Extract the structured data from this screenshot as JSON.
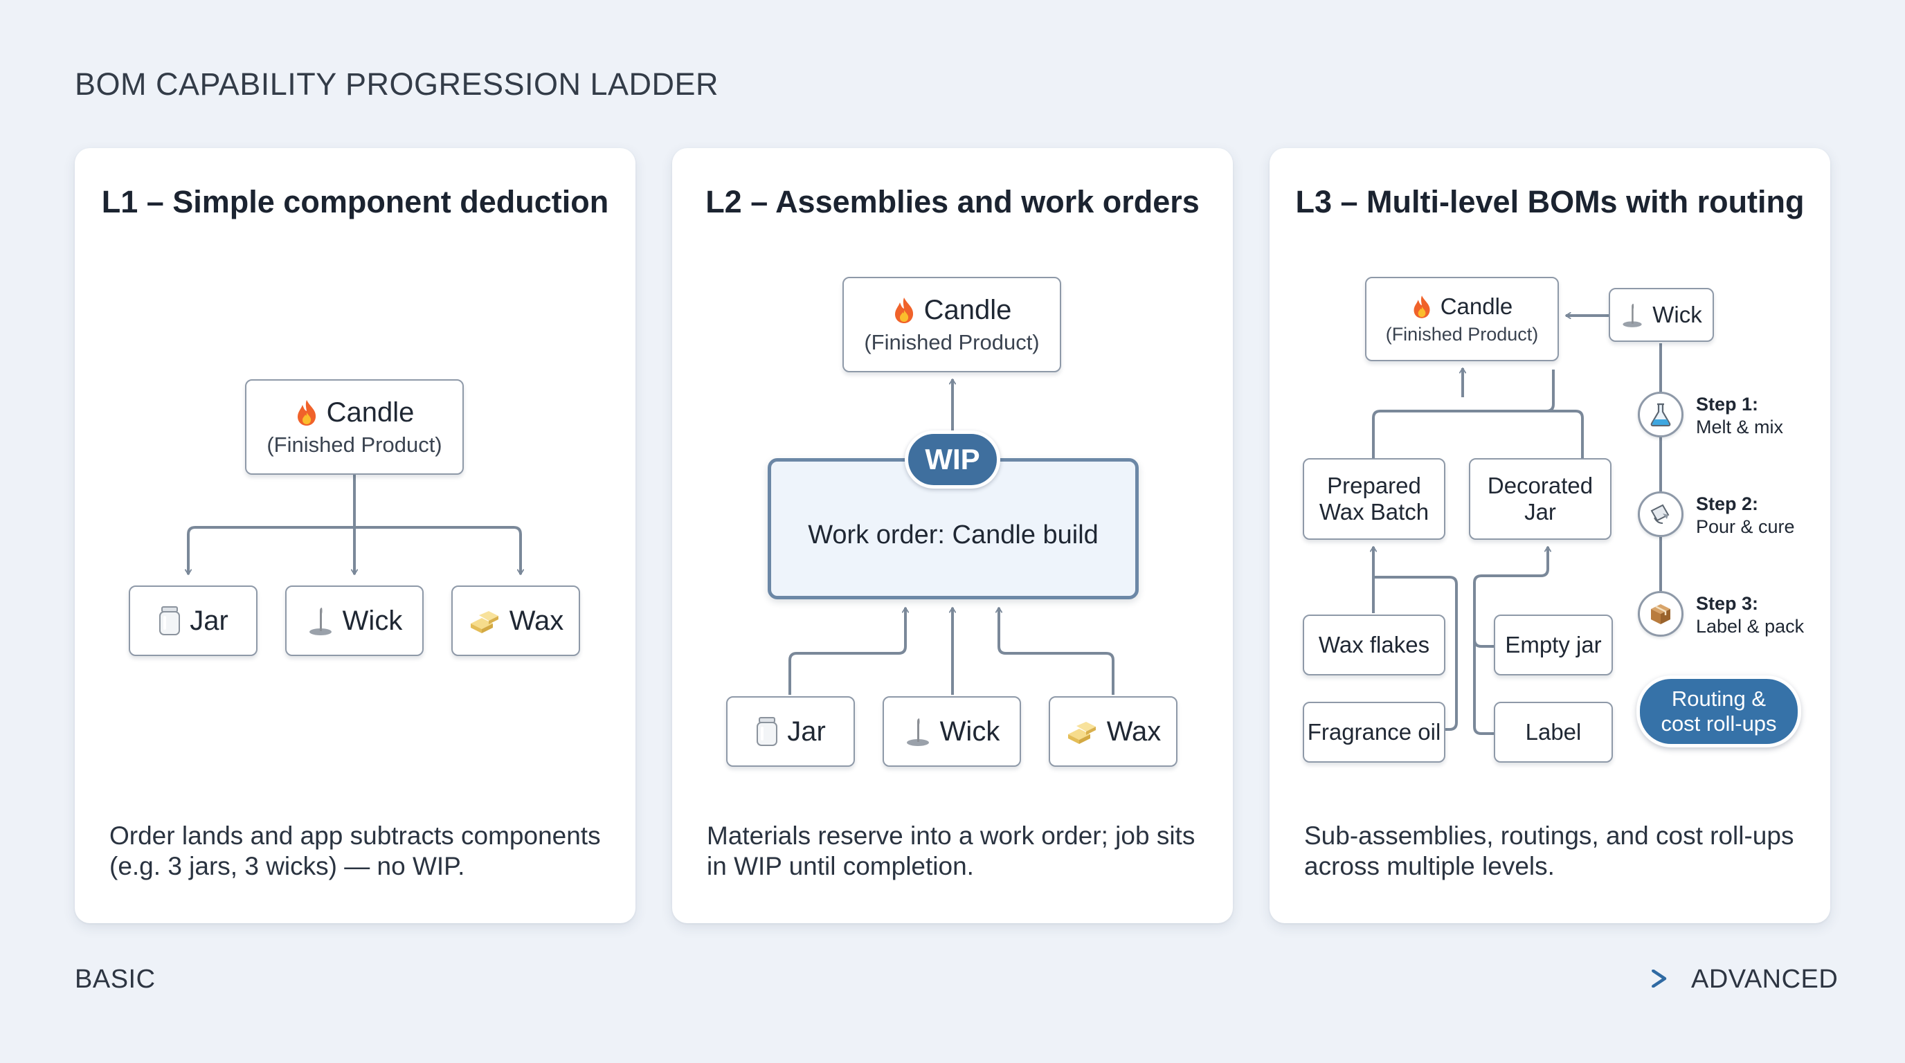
{
  "page_title": "BOM CAPABILITY PROGRESSION LADDER",
  "colors": {
    "accent": "#3f6f9e",
    "connector": "#7a8899",
    "background": "#eef2f8"
  },
  "icons": {
    "candle": "fire-icon",
    "jar": "jar-icon",
    "wick": "wick-icon",
    "wax": "wax-block-icon"
  },
  "panels": {
    "l1": {
      "title": "L1 – Simple component deduction",
      "product_name": "Candle",
      "product_sub": "(Finished Product)",
      "components": [
        "Jar",
        "Wick",
        "Wax"
      ],
      "description": "Order lands and app subtracts components (e.g. 3 jars, 3 wicks) — no WIP."
    },
    "l2": {
      "title": "L2 – Assemblies and work orders",
      "product_name": "Candle",
      "product_sub": "(Finished Product)",
      "wip_badge": "WIP",
      "work_order": "Work order: Candle build",
      "components": [
        "Jar",
        "Wick",
        "Wax"
      ],
      "description": "Materials reserve into a work order; job sits in WIP until completion."
    },
    "l3": {
      "title": "L3 – Multi-level BOMs with routing",
      "product_name": "Candle",
      "product_sub": "(Finished Product)",
      "wick": "Wick",
      "subassemblies": {
        "prepared_line1": "Prepared",
        "prepared_line2": "Wax Batch",
        "decorated_line1": "Decorated",
        "decorated_line2": "Jar"
      },
      "materials": [
        "Wax flakes",
        "Fragrance oil",
        "Empty jar",
        "Label"
      ],
      "steps": [
        {
          "title": "Step 1:",
          "text": "Melt & mix"
        },
        {
          "title": "Step 2:",
          "text": "Pour & cure"
        },
        {
          "title": "Step 3:",
          "text": "Label & pack"
        }
      ],
      "routing_line1": "Routing &",
      "routing_line2": "cost roll-ups",
      "description": "Sub-assemblies, routings, and cost roll-ups across multiple levels."
    }
  },
  "scale": {
    "left": "BASIC",
    "right": "ADVANCED"
  }
}
